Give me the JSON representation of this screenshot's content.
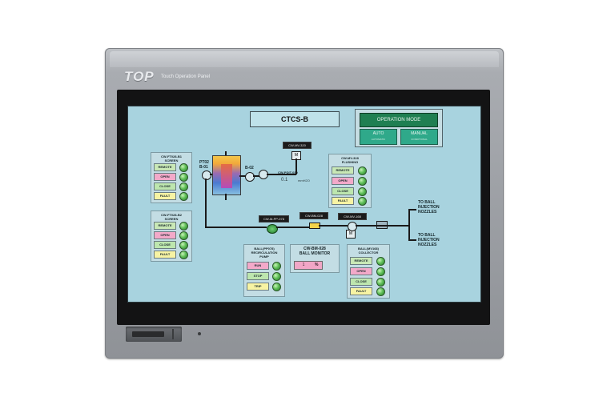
{
  "device": {
    "brand": "TOP",
    "brand_subtitle": "Touch Operation Panel"
  },
  "screen": {
    "title": "CTCS-B",
    "operation_mode": {
      "title": "OPERATION MODE",
      "auto_label": "AUTO",
      "auto_sub": "AUTOMATIC",
      "manual_label": "MANUAL",
      "manual_sub": "CONDITIONAL"
    },
    "screen_b1": {
      "title1": "CW-FT028-B1",
      "title2": "SCREEN",
      "remote": "REMOTE",
      "open": "OPEN",
      "close": "CLOSE",
      "fault": "FAULT"
    },
    "screen_b2": {
      "title1": "CW-FT028-B2",
      "title2": "SCREEN",
      "remote": "REMOTE",
      "open": "OPEN",
      "close": "CLOSE",
      "fault": "FAULT"
    },
    "flushing": {
      "title1": "CW-MV-328",
      "title2": "FLUSHING",
      "remote": "REMOTE",
      "open": "OPEN",
      "close": "CLOSE",
      "fault": "FAULT"
    },
    "collector": {
      "title1": "BALL(MV168)",
      "title2": "COLLECTOR",
      "remote": "REMOTE",
      "open": "OPEN",
      "close": "CLOSE",
      "fault": "FAULT"
    },
    "pump": {
      "title1": "BALL(PP078)",
      "title2": "RECIRCULATION",
      "title3": "PUMP",
      "run": "RUN",
      "stop": "STOP",
      "trip": "TRIP"
    },
    "ball_monitor": {
      "title1": "CW-BM-028",
      "title2": "BALL MONITOR",
      "value": "1",
      "unit": "%"
    },
    "diagram": {
      "pt_label1": "PT02",
      "pt_label2": "B-01",
      "b02_label": "B-02",
      "tag_mv320": "CW-MV-320",
      "pdit_label": "CW-PDIT-030",
      "pdit_value": "0.1",
      "pdit_unit": "mmH2O",
      "tag_pp078": "CW-M-PP-078",
      "tag_bm028": "CW-BM-028",
      "tag_mv168": "CW-MV-168",
      "to_nozzles_1a": "TO BALL",
      "to_nozzles_1b": "INJECTION",
      "to_nozzles_1c": "NOZZLES",
      "to_nozzles_2a": "TO BALL",
      "to_nozzles_2b": "INJECTION",
      "to_nozzles_2c": "NOZZLES",
      "motor_label": "M"
    }
  },
  "colors": {
    "screen_bg": "#a8d3df",
    "mode_title_bg": "#1f7f52",
    "mode_button_bg": "#2fa98a",
    "lamp_green": "#5fbf58"
  }
}
